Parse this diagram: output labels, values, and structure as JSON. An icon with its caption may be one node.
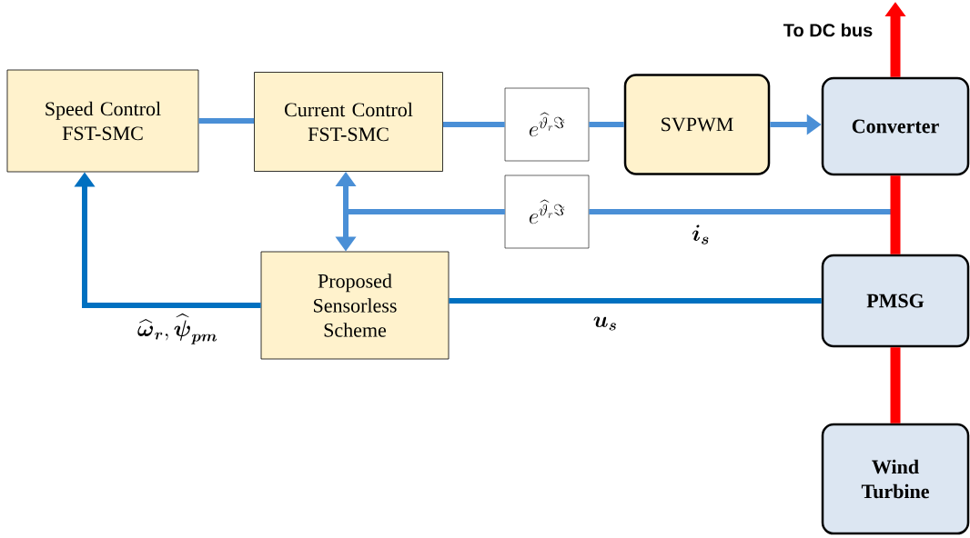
{
  "diagram": {
    "nodes": [
      {
        "text": [
          "Speed Control FST-SMC"
        ]
      },
      {
        "text": [
          "Current Control FST-SMC"
        ]
      },
      {
        "text": [
          "e^{\\widehat{\\vartheta}_r \\Im}"
        ]
      },
      {
        "text": [
          "SVPWM"
        ]
      },
      {
        "text": [
          "Converter"
        ]
      },
      {
        "text": [
          "e^{\\widehat{\\vartheta}_r \\Im}"
        ]
      },
      {
        "text": [
          "Proposed Sensorless Scheme"
        ]
      },
      {
        "text": [
          "PMSG"
        ]
      },
      {
        "text": [
          "Wind Turbine"
        ]
      }
    ],
    "edges": [
      {
        "from": 0,
        "to": 1,
        "arrow": "none"
      },
      {
        "from": 1,
        "to": 2,
        "arrow": "none"
      },
      {
        "from": 2,
        "to": 3,
        "arrow": "none"
      },
      {
        "from": 3,
        "to": 4,
        "arrow": "to"
      },
      {
        "from": null,
        "to": 5,
        "arrow": "none",
        "label": "\\boldsymbol{i}_{\\boldsymbol{s}}"
      },
      {
        "from": 5,
        "to": 1,
        "arrow": "to"
      },
      {
        "from": 5,
        "to": 6,
        "arrow": "to"
      },
      {
        "from": 7,
        "to": 6,
        "arrow": "none",
        "color": "#0070c0",
        "label": "\\boldsymbol{u}_{\\boldsymbol{s}}"
      },
      {
        "from": 6,
        "to": 0,
        "arrow": "to",
        "color": "#0070c0",
        "label": "\\widehat{\\boldsymbol{\\omega}}_{\\boldsymbol{r}}, \\widehat{\\boldsymbol{\\psi}}_{\\boldsymbol{pm}}"
      },
      {
        "from": 8,
        "to": 7,
        "arrow": "none",
        "style": "thick",
        "color": "#ff0000"
      },
      {
        "from": 7,
        "to": 4,
        "arrow": "none",
        "style": "thick",
        "color": "#ff0000"
      },
      {
        "from": 4,
        "to": null,
        "arrow": "to",
        "style": "thick",
        "color": "#ff0000",
        "label": "To DC bus"
      }
    ]
  }
}
